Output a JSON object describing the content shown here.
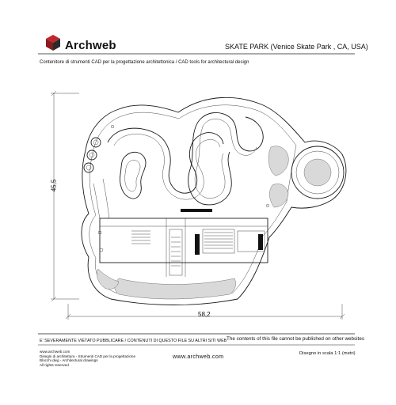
{
  "header": {
    "brand_name": "Archweb",
    "drawing_title": "SKATE PARK (Venice Skate Park , CA, USA)",
    "subtitle": "Contenitore di strumenti CAD per la progettazione architettonica  /  CAD tools for architectural design"
  },
  "dimensions": {
    "height_label": "45,5",
    "width_label": "58,2"
  },
  "footer": {
    "warning": "E' SEVERAMENTE VIETATO PUBBLICARE / CONTENUTI DI QUESTO FILE SU ALTRI SITI WEB",
    "rights_notice": "The contents of this file cannot be published on other websites",
    "lines": [
      "www.archweb.com",
      "Disegni di architettura - Strumenti CAD  per la progettazione",
      "Blocchi dwg - Architectural drawings",
      "All rights reserved"
    ],
    "site_url": "www.archweb.com",
    "scale_note": "Disegno in scala 1:1 (metri)"
  },
  "icons": {
    "logo": "archweb-cube-logo-icon"
  }
}
